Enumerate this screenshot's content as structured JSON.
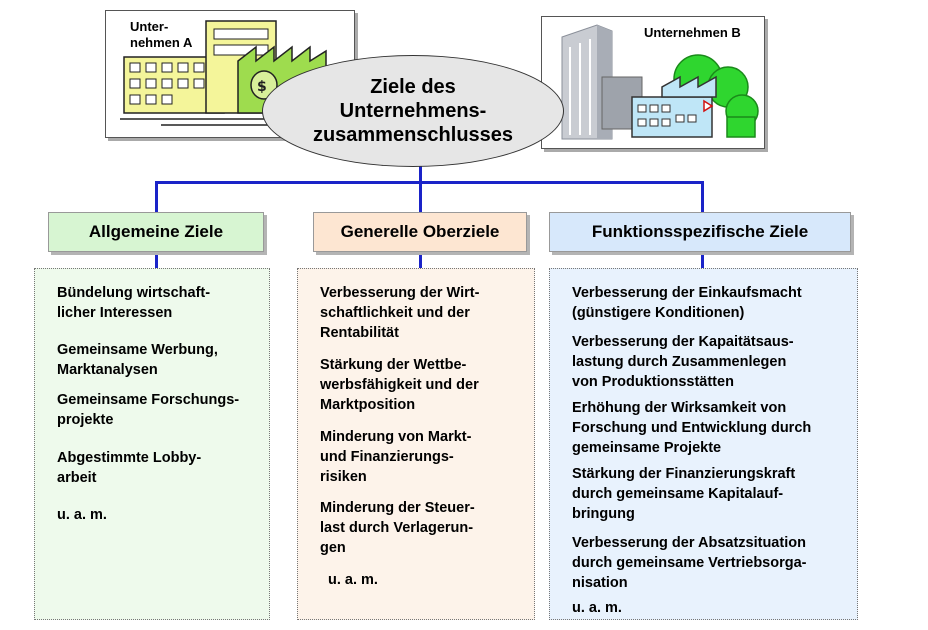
{
  "companies": {
    "a_label": "Unter-\nnehmen A",
    "b_label": "Unternehmen B"
  },
  "center_title": "Ziele des\nUnternehmens-\nzusammenschlusses",
  "columns": [
    {
      "heading": "Allgemeine Ziele",
      "items": [
        "Bündelung wirtschaft-\nlicher Interessen",
        "Gemeinsame Werbung,\nMarktanalysen",
        "Gemeinsame Forschungs-\nprojekte",
        "Abgestimmte Lobby-\narbeit",
        "u. a. m."
      ]
    },
    {
      "heading": "Generelle Oberziele",
      "items": [
        "Verbesserung der Wirt-\nschaftlichkeit und der\nRentabilität",
        "Stärkung der Wettbe-\nwerbsfähigkeit und der\nMarktposition",
        "Minderung von Markt-\nund Finanzierungs-\nrisiken",
        "Minderung der Steuer-\nlast durch Verlagerun-\ngen",
        "u. a. m."
      ]
    },
    {
      "heading": "Funktionsspezifische Ziele",
      "items": [
        "Verbesserung der Einkaufsmacht\n(günstigere Konditionen)",
        "Verbesserung der Kapaitätsaus-\nlastung durch Zusammenlegen\nvon Produktionsstätten",
        "Erhöhung der Wirksamkeit von\nForschung und Entwicklung durch\ngemeinsame Projekte",
        "Stärkung der Finanzierungskraft\ndurch gemeinsame Kapitalauf-\nbringung",
        "Verbesserung der Absatzsituation\ndurch gemeinsame Vertriebsorga-\nnisation",
        "u. a. m."
      ]
    }
  ],
  "colors": {
    "connector": "#1a23c8",
    "col1_head": "#d7f5d2",
    "col1_body": "#eefaec",
    "col2_head": "#fde6d2",
    "col2_body": "#fdf3ea",
    "col3_head": "#d7e8fb",
    "col3_body": "#e8f2fd",
    "building_a": "#f4f59a",
    "building_a_green": "#9edc4e",
    "tree_green": "#2fd62f"
  }
}
